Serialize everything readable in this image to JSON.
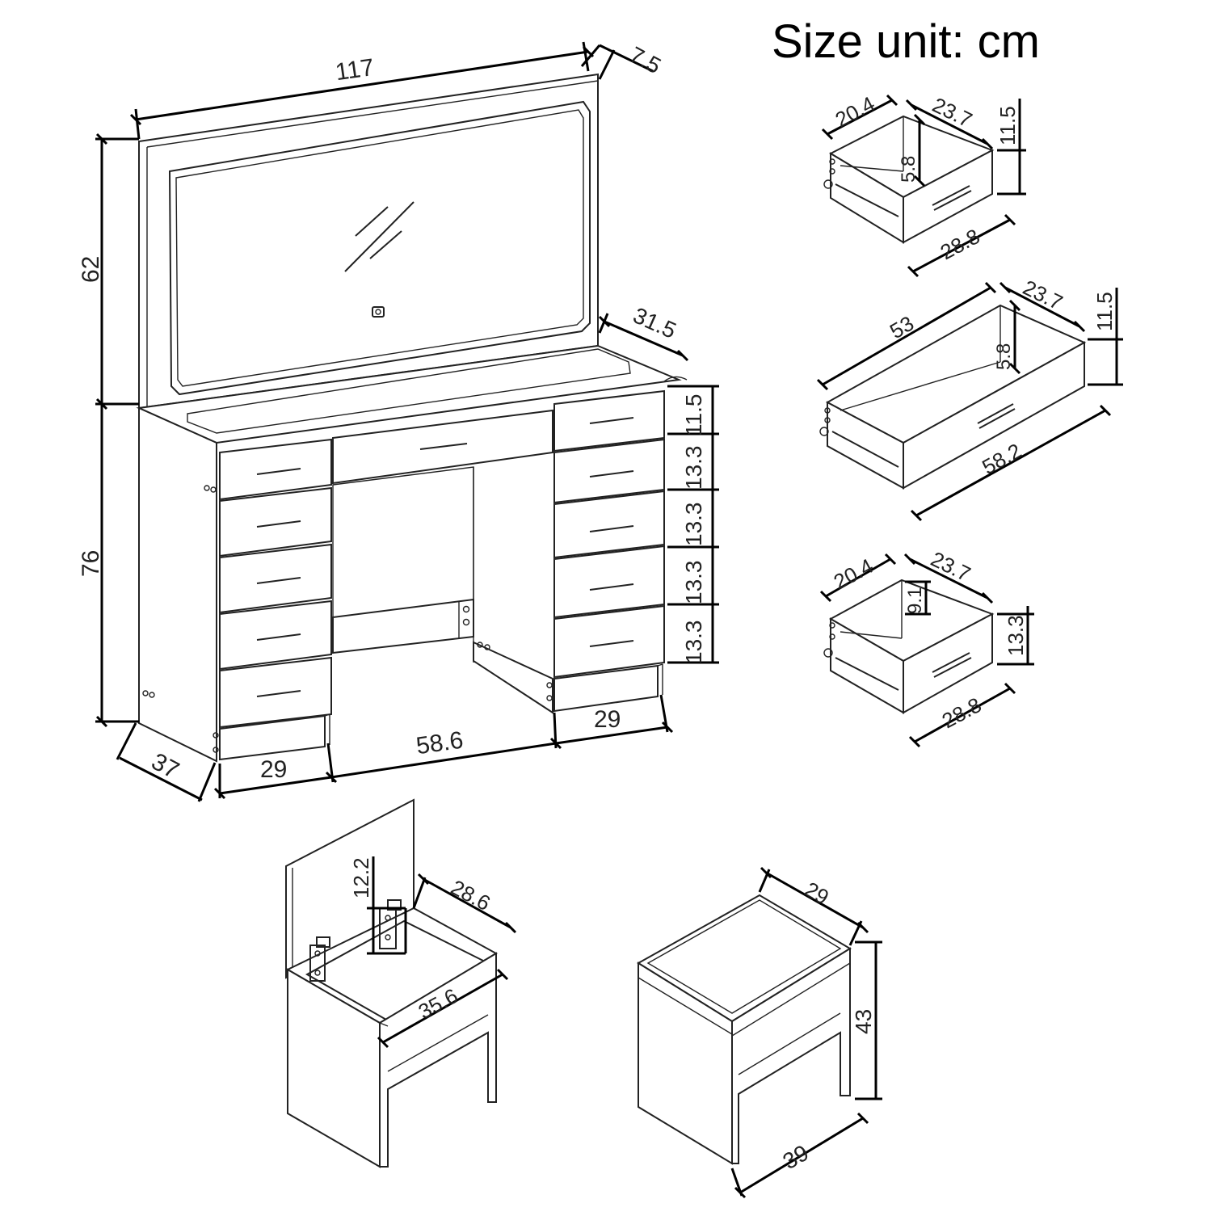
{
  "title": "Size unit: cm",
  "vanity": {
    "mirror_width": "117",
    "mirror_depth": "7.5",
    "mirror_height": "62",
    "table_height": "76",
    "table_depth_top": "31.5",
    "side_depth": "37",
    "left_cabinet_width": "29",
    "center_width": "58.6",
    "right_cabinet_width": "29",
    "right_drawer_heights": [
      "11.5",
      "13.3",
      "13.3",
      "13.3",
      "13.3"
    ]
  },
  "drawer_small_top": {
    "depth": "20.4",
    "width": "23.7",
    "inner_height": "5.8",
    "height": "11.5",
    "front_width": "28.8"
  },
  "drawer_large": {
    "depth": "53",
    "width": "23.7",
    "inner_height": "5.8",
    "height": "11.5",
    "front_width": "58.2"
  },
  "drawer_small_bottom": {
    "depth": "20.4",
    "width": "23.7",
    "inner_height": "9.1",
    "height": "13.3",
    "front_width": "28.8"
  },
  "stool_open": {
    "lid_gap": "12.2",
    "inner_depth": "28.6",
    "inner_width": "35.6"
  },
  "stool_closed": {
    "depth": "29",
    "height": "43",
    "width": "39"
  }
}
